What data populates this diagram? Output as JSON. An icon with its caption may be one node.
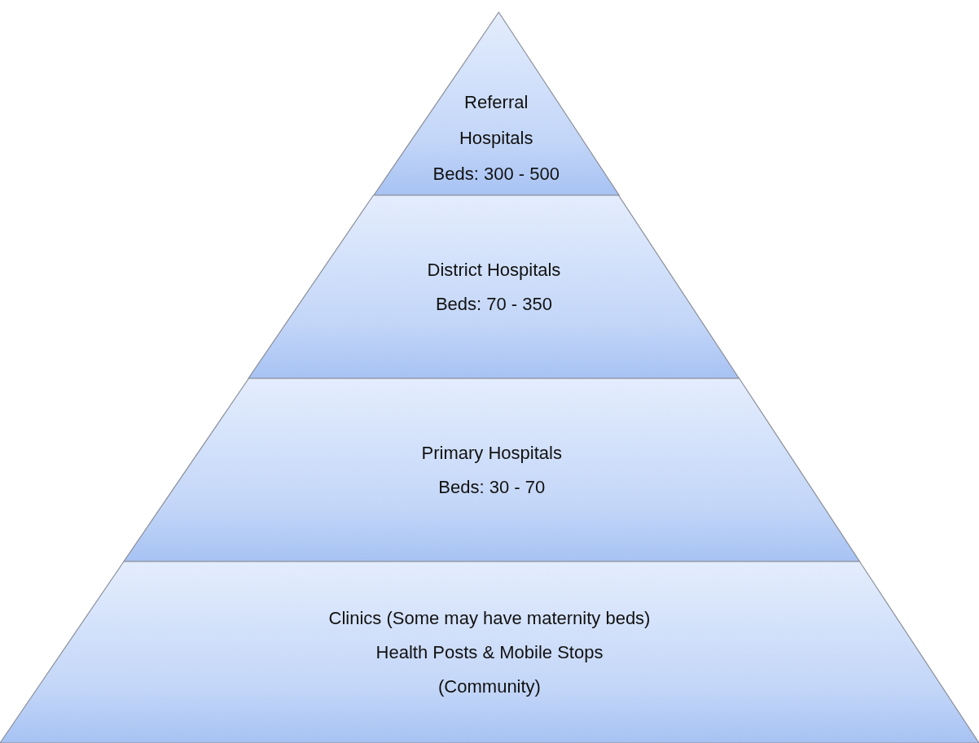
{
  "diagram": {
    "nodes": [
      {
        "text": [
          "Referral Hospitals",
          "Beds: 300 - 500"
        ]
      },
      {
        "text": [
          "District Hospitals",
          "Beds: 70 - 350"
        ]
      },
      {
        "text": [
          "Primary Hospitals",
          "Beds: 30 - 70"
        ]
      },
      {
        "text": [
          "Clinics (Some may have maternity beds)",
          "Health Posts & Mobile Stops",
          "(Community)"
        ]
      }
    ],
    "edges": []
  }
}
